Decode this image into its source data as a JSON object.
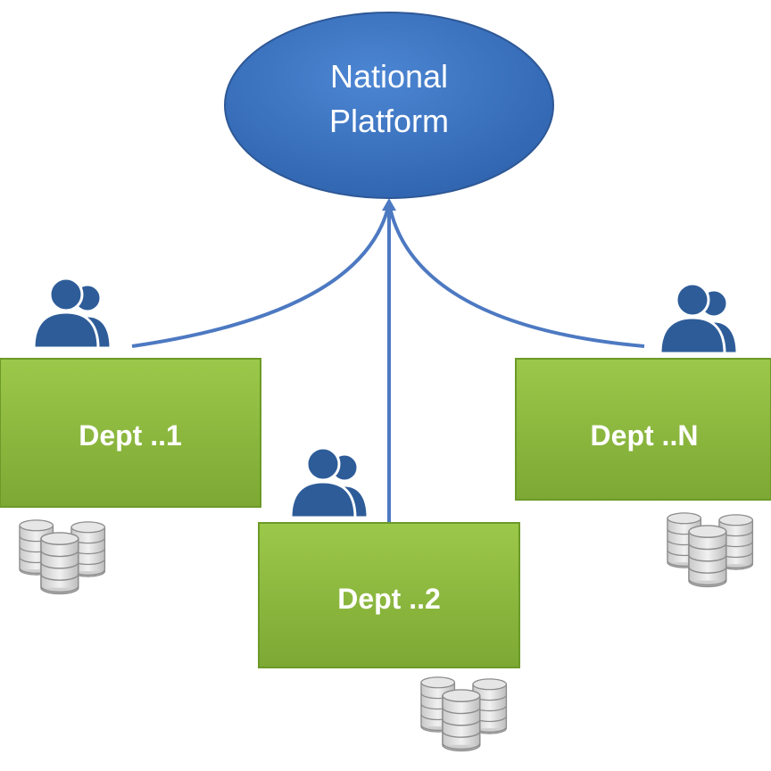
{
  "diagram": {
    "hub": {
      "line1": "National",
      "line2": "Platform"
    },
    "departments": [
      {
        "label": "Dept ..1"
      },
      {
        "label": "Dept ..2"
      },
      {
        "label": "Dept ..N"
      }
    ],
    "icons": {
      "users": "users-group-icon",
      "database": "database-stack-icon"
    },
    "colors": {
      "hub_fill": "#3F73BF",
      "hub_stroke": "#2E5896",
      "dept_fill": "#8DB83E",
      "dept_stroke": "#6C9A28",
      "connector": "#4D79C2",
      "user_icon": "#2E5C99",
      "db_fill": "#D9D9D9",
      "db_stroke": "#8C8C8C"
    }
  }
}
